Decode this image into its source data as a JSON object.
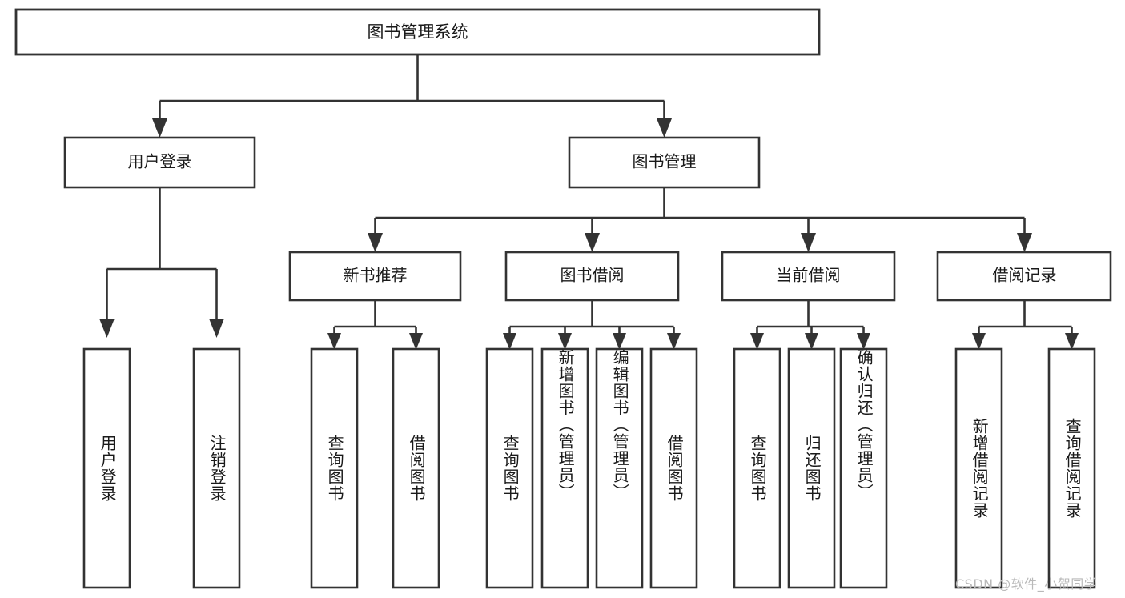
{
  "diagram": {
    "type": "tree",
    "title_node": {
      "label": "图书管理系统"
    },
    "level2": [
      {
        "label": "用户登录"
      },
      {
        "label": "图书管理"
      }
    ],
    "level3": [
      {
        "label": "新书推荐"
      },
      {
        "label": "图书借阅"
      },
      {
        "label": "当前借阅"
      },
      {
        "label": "借阅记录"
      }
    ],
    "leaves": {
      "user_login": [
        {
          "label": "用户登录"
        },
        {
          "label": "注销登录"
        }
      ],
      "new_book_recommend": [
        {
          "label": "查询图书"
        },
        {
          "label": "借阅图书"
        }
      ],
      "book_borrow": [
        {
          "label": "查询图书"
        },
        {
          "label": "新增图书（管理员）"
        },
        {
          "label": "编辑图书（管理员）"
        },
        {
          "label": "借阅图书"
        }
      ],
      "current_borrow": [
        {
          "label": "查询图书"
        },
        {
          "label": "归还图书"
        },
        {
          "label": "确认归还（管理员）"
        }
      ],
      "borrow_record": [
        {
          "label": "新增借阅记录"
        },
        {
          "label": "查询借阅记录"
        }
      ]
    }
  },
  "watermark": {
    "text": "CSDN @软件_小贺同学"
  },
  "colors": {
    "stroke": "#333333",
    "box_fill": "#ffffff",
    "text": "#1a1a1a",
    "watermark": "#b9b9b9",
    "background": "#ffffff"
  }
}
